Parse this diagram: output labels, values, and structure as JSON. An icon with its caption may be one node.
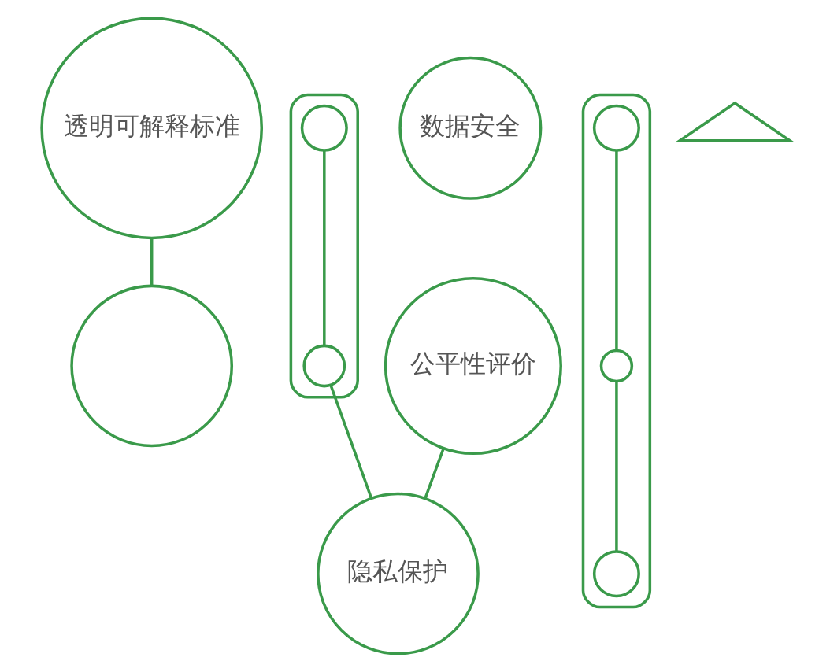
{
  "diagram": {
    "nodes": [
      {
        "text": [
          "透明可解释标准"
        ]
      },
      {
        "text": [],
        "shape": "box"
      },
      {
        "text": [],
        "shape": "circle",
        "in": 1
      },
      {
        "text": [],
        "shape": "circle",
        "in": 1
      },
      {
        "text": [
          "数据安全"
        ]
      },
      {
        "text": [],
        "shape": "box"
      },
      {
        "text": [],
        "shape": "circle",
        "in": 5
      },
      {
        "text": [],
        "shape": "circle",
        "in": 5
      },
      {
        "text": [],
        "shape": "circle",
        "in": 5
      },
      {
        "text": [],
        "shape": "circle"
      },
      {
        "text": [],
        "shape": "triangle"
      },
      {
        "text": [
          "公平性评价"
        ]
      },
      {
        "text": [
          "隐私保护"
        ]
      }
    ],
    "edges": [
      {
        "from": 0,
        "to": 9,
        "arrow": "none"
      },
      {
        "from": 11,
        "to": 12,
        "arrow": "none"
      },
      {
        "from": 2,
        "to": 3,
        "arrow": "none"
      },
      {
        "from": 3,
        "to": 12,
        "arrow": "none"
      },
      {
        "from": 6,
        "to": 7,
        "arrow": "none"
      },
      {
        "from": 7,
        "to": 8,
        "arrow": "none"
      }
    ]
  }
}
